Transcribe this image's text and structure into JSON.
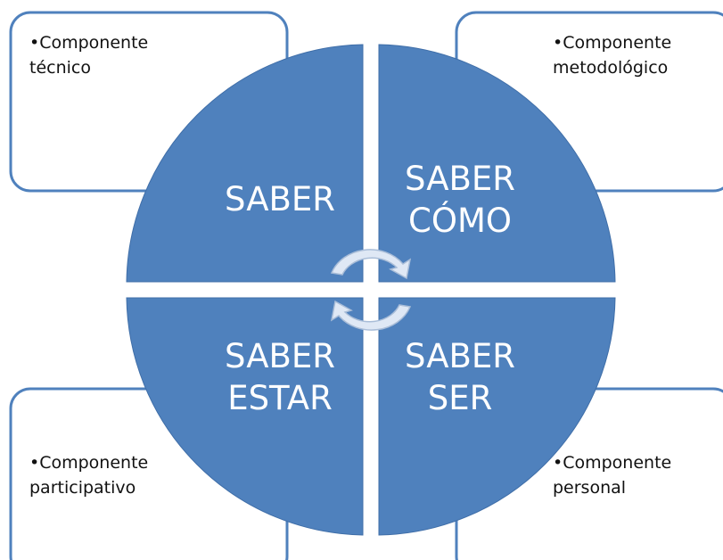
{
  "corners": {
    "top_left": {
      "bullet_line": "•Componente",
      "second_line": "técnico"
    },
    "top_right": {
      "bullet_line": "•Componente",
      "second_line": "metodológico"
    },
    "bottom_left": {
      "bullet_line": "•Componente",
      "second_line": "participativo"
    },
    "bottom_right": {
      "bullet_line": "•Componente",
      "second_line": "personal"
    }
  },
  "quadrants": {
    "top_left": {
      "line1": "SABER"
    },
    "top_right": {
      "line1": "SABER",
      "line2": "CÓMO"
    },
    "bottom_left": {
      "line1": "SABER",
      "line2": "ESTAR"
    },
    "bottom_right": {
      "line1": "SABER",
      "line2": "SER"
    }
  },
  "colors": {
    "quadrant_fill": "#4f81bd",
    "quadrant_edge": "#3f6ea8",
    "box_border": "#4f81bd",
    "box_fill": "#ffffff",
    "arrow_fill": "#dfe8f5",
    "arrow_edge": "#a9bdd8"
  },
  "icons": {
    "cycle": "circular-arrows-icon"
  }
}
